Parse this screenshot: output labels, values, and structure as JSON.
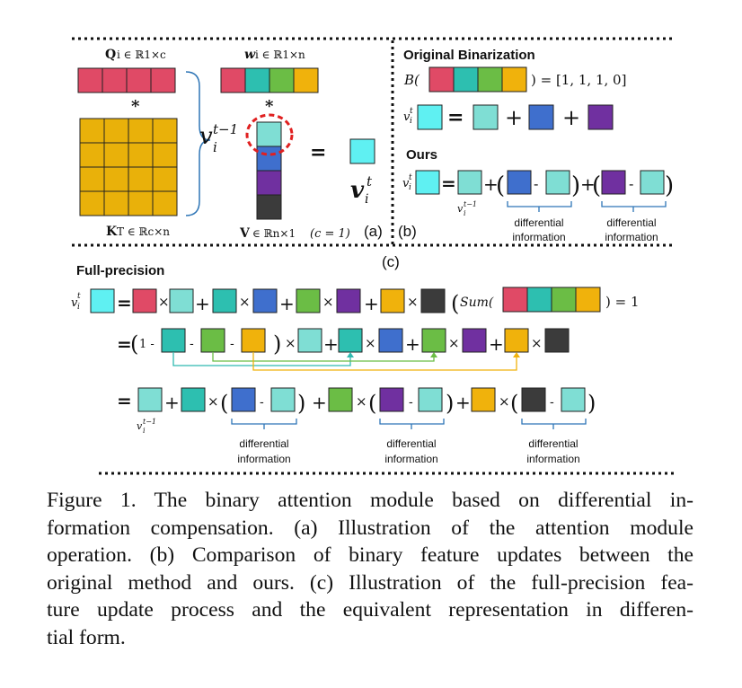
{
  "colors": {
    "red": "#e04a66",
    "teal": "#2dbfb0",
    "green": "#6bbd45",
    "orange": "#f0b20c",
    "gold": "#e9b10a",
    "cyan": "#5ff0f2",
    "light_teal": "#7fded4",
    "blue": "#3f6fcd",
    "purple": "#7030a0",
    "dark": "#3b3b3b",
    "bracket": "#2e75b6",
    "dashed_circle": "#e02020",
    "line_teal": "#2fb9b0",
    "line_green": "#6bbd45",
    "line_orange": "#f0b20c"
  },
  "panel_a": {
    "q_label": "Q",
    "q_label_rest": "i ∈ ℝ1×c",
    "w_label": "w",
    "w_label_rest": "i ∈ ℝ1×n",
    "star": "*",
    "vt1": "v",
    "vt1_sup": "t−1",
    "vt1_sub": "i",
    "equals": "=",
    "vt": "v",
    "vt_sup": "t",
    "vt_sub": "i",
    "k_label": "K",
    "k_label_rest": "T ∈ ℝc×n",
    "v_label": "V",
    "v_label_rest": "∈ ℝn×1",
    "c_note": "(c = 1)",
    "tag": "(a)"
  },
  "panel_b": {
    "tag": "(b)",
    "title": "Original Binarization",
    "b_func": "B(",
    "b_result": ") = [1, 1, 1, 0]",
    "vit": "v",
    "vit_sup": "t",
    "vit_sub": "i",
    "eq": "=",
    "plus": "+",
    "ours": "Ours",
    "minus": "-",
    "open": "(",
    "close": ")",
    "vt1_sup": "t−1",
    "vt1_sub": "i",
    "diff1": [
      "differential",
      "information"
    ],
    "diff2": [
      "differential",
      "information"
    ]
  },
  "panel_c": {
    "tag": "(c)",
    "title": "Full-precision",
    "times": "×",
    "plus": "+",
    "minus": "-",
    "eq": "=",
    "open": "(",
    "close": ")",
    "one_minus": "1 -",
    "sum_func": "Sum(",
    "sum_result": ") = 1",
    "diff1": [
      "differential",
      "information"
    ],
    "diff2": [
      "differential",
      "information"
    ],
    "diff3": [
      "differential",
      "information"
    ]
  },
  "caption": {
    "lines": [
      "Figure 1.  The binary attention module based on differential in-",
      "formation compensation.  (a) Illustration of the attention module",
      "operation. (b) Comparison of binary feature updates between the",
      "original method and ours. (c) Illustration of the full-precision fea-",
      "ture update process and the equivalent representation in differen-",
      "tial form."
    ]
  }
}
